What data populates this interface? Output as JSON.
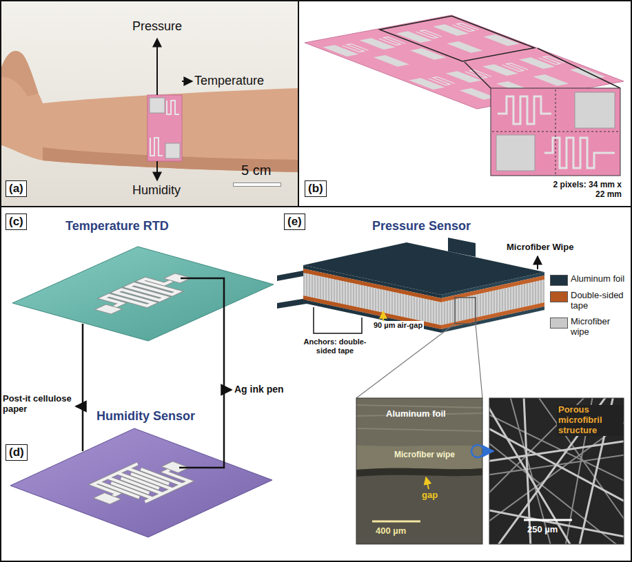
{
  "diagram": {
    "labels": [
      "Pressure",
      "Temperature",
      "Humidity",
      "5 cm",
      "(a)",
      "(b)",
      "2 pixels: 34 mm x 22 mm",
      "(c)",
      "Temperature RTD",
      "(e)",
      "Pressure Sensor",
      "Microfiber Wipe",
      "90 µm air-gap",
      "Anchors: double-sided tape",
      "Post-it cellulose paper",
      "Ag ink pen",
      "Humidity Sensor",
      "(d)",
      "Aluminum foil",
      "Microfiber wipe",
      "gap",
      "400 µm",
      "Porous microfibril structure",
      "250 µm"
    ],
    "legend": [
      {
        "text": "Aluminum foil",
        "color": "#1f3440"
      },
      {
        "text": "Double-sided tape",
        "color": "#b5561f"
      },
      {
        "text": "Microfiber wipe",
        "color": "#c9c9c9"
      }
    ]
  }
}
